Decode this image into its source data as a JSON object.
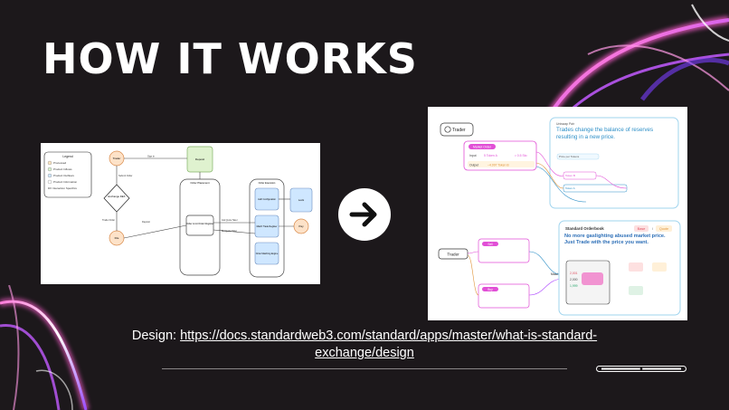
{
  "slide": {
    "title": "HOW IT WORKS",
    "caption_prefix": "Design: ",
    "design_link": "https://docs.standardweb3.com/standard/apps/master/what-is-standard-exchange/design"
  },
  "left_diagram": {
    "legend_title": "Legend",
    "legend_items": [
      "Processed",
      "Product Inflows",
      "Product Outflows",
      "Product Information",
      "DX Interaction Specifics"
    ],
    "nodes": {
      "trader": "Trader",
      "deposit": "Deposit",
      "exchange": "Exchange DEX",
      "file": "File",
      "order_placement": "Order Placement",
      "order_mgr": "Order Limit Order Register",
      "order_execution": "Order Execution",
      "exec_auto": "Auth Configuration",
      "match_trade": "Match Trade Register",
      "order_matching": "Order Matching Engine",
      "lock": "Lock",
      "pay": "Pay"
    },
    "edges": {
      "sign": "Sign in",
      "submit": "Submit Order",
      "trade": "Trade Order",
      "deposit_edge": "Deposit",
      "ask": "Ask Quote Taker",
      "bid": "Bid Quote Taker"
    }
  },
  "right_diagram": {
    "trader_top": "Trader",
    "trader_bottom": "Trader",
    "market_order": "Market Order",
    "input_label": "Input",
    "input_value": "5 Token A",
    "output_label": "Output",
    "output_value": "~4.997 Token B",
    "rate_value": "≈ 0.5 Sto",
    "amm_title": "Uniswap Pair",
    "amm_headline": "Trades change the balance of reserves resulting in a new price.",
    "pool_note": "Price per Tokens",
    "token_b": "Token B",
    "token_a": "Token A",
    "ob_title": "Standard Orderbook",
    "ob_base": "Base",
    "ob_sep": "/",
    "ob_quote": "Quote",
    "ob_headline": "No more gaslighting abused market price. Just Trade with the price you want.",
    "sell": "Sell",
    "buy": "Buy",
    "match": "Match",
    "ask_price": "2,001",
    "mid_price": "2,000",
    "bid_price": "1,999"
  },
  "colors": {
    "background": "#1c181b",
    "accent_pink": "#e14fd6",
    "accent_purple": "#8a4fff",
    "text": "#ffffff"
  }
}
